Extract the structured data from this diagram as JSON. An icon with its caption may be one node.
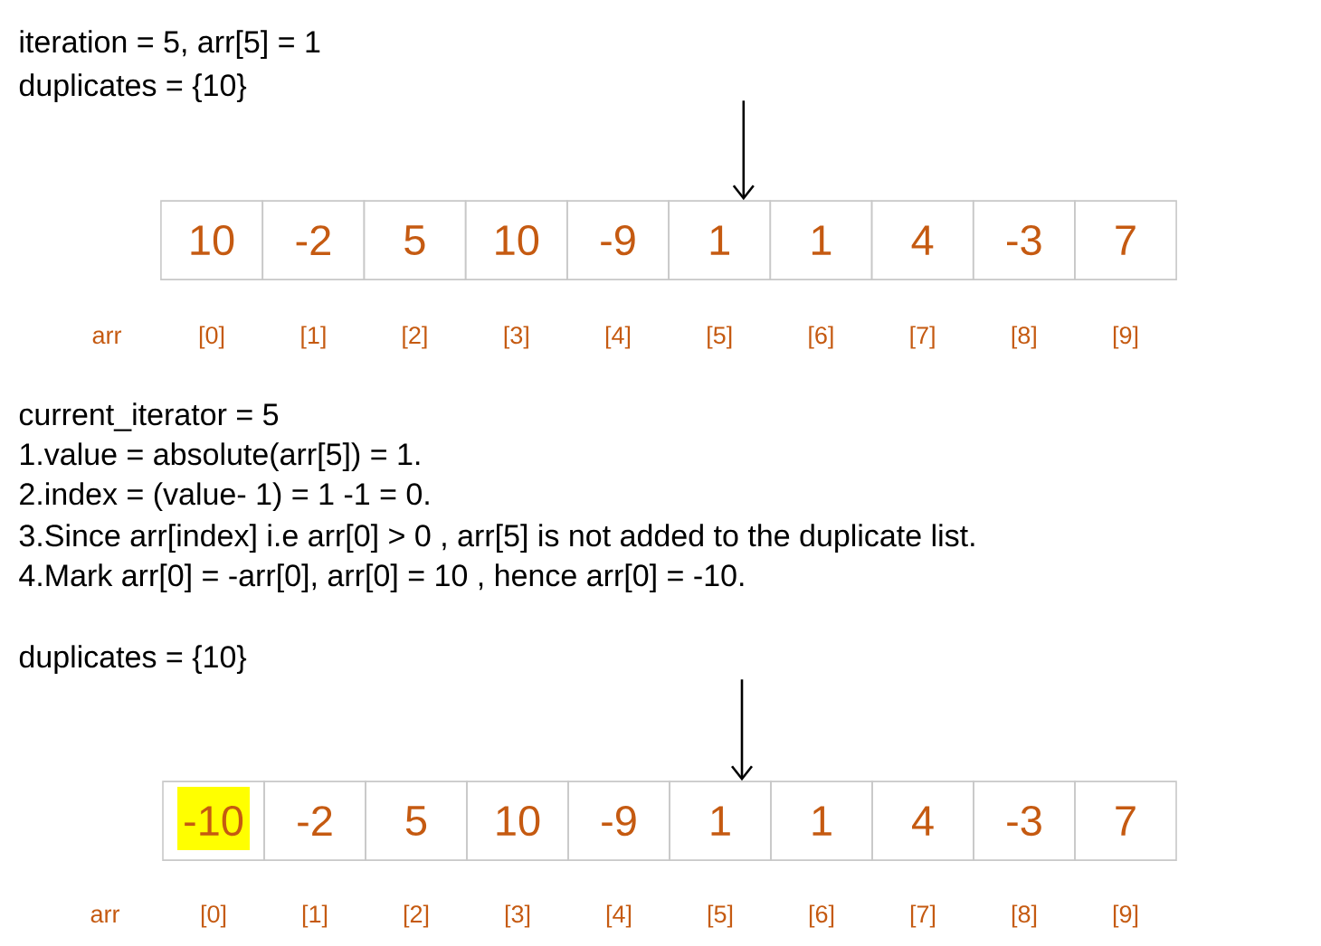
{
  "diagram": {
    "nodes": [
      {
        "text": [
          "10"
        ]
      },
      {
        "text": [
          "-2"
        ]
      },
      {
        "text": [
          "5"
        ]
      },
      {
        "text": [
          "10"
        ]
      },
      {
        "text": [
          "-9"
        ]
      },
      {
        "text": [
          "1"
        ]
      },
      {
        "text": [
          "1"
        ]
      },
      {
        "text": [
          "4"
        ]
      },
      {
        "text": [
          "-3"
        ]
      },
      {
        "text": [
          "7"
        ]
      },
      {
        "text": [
          "-10"
        ]
      },
      {
        "text": [
          "-2"
        ]
      },
      {
        "text": [
          "5"
        ]
      },
      {
        "text": [
          "10"
        ]
      },
      {
        "text": [
          "-9"
        ]
      },
      {
        "text": [
          "1"
        ]
      },
      {
        "text": [
          "1"
        ]
      },
      {
        "text": [
          "4"
        ]
      },
      {
        "text": [
          "-3"
        ]
      },
      {
        "text": [
          "7"
        ]
      }
    ],
    "edges": [
      {
        "from": null,
        "to": 5,
        "arrow": "to"
      },
      {
        "from": null,
        "to": 15,
        "arrow": "to"
      }
    ],
    "labels": [
      "iteration = 5, arr[5] = 1",
      "duplicates = {10}",
      "arr",
      "[0]",
      "[1]",
      "[2]",
      "[3]",
      "[4]",
      "[5]",
      "[6]",
      "[7]",
      "[8]",
      "[9]",
      "current_iterator = 5",
      "1.value = absolute(arr[5]) = 1.",
      "2.index = (value- 1) = 1 -1 = 0.",
      "3.Since arr[index] i.e arr[0] > 0 , arr[5] is not added to the duplicate list.",
      "4.Mark arr[0] = -arr[0], arr[0] = 10 , hence arr[0] = -10.",
      "duplicates = {10}",
      "arr",
      "[0]",
      "[1]",
      "[2]",
      "[3]",
      "[4]",
      "[5]",
      "[6]",
      "[7]",
      "[8]",
      "[9]"
    ]
  }
}
